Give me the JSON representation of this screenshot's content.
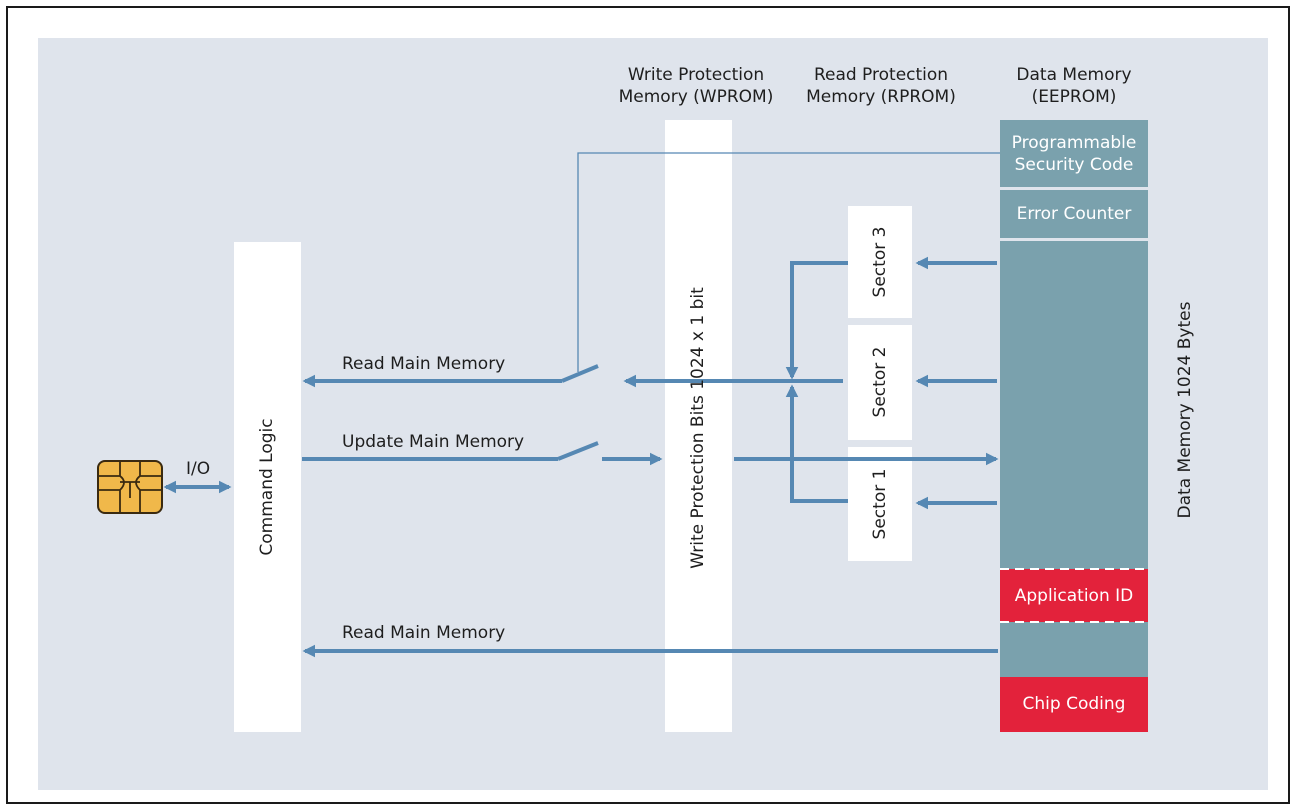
{
  "headers": {
    "wprom": "Write Protection\nMemory (WPROM)",
    "rprom": "Read Protection\nMemory (RPROM)",
    "eeprom": "Data Memory\n(EEPROM)"
  },
  "io_label": "I/O",
  "command_logic": "Command Logic",
  "wprom_bits": "Write Protection Bits 1024 x 1 bit",
  "data_memory_size": "Data Memory 1024 Bytes",
  "signals": {
    "read_main_memory_top": "Read Main Memory",
    "update_main_memory": "Update Main Memory",
    "read_main_memory_bottom": "Read Main Memory"
  },
  "sectors": [
    "Sector 3",
    "Sector 2",
    "Sector 1"
  ],
  "eeprom_blocks": {
    "security_code": "Programmable\nSecurity Code",
    "error_counter": "Error Counter",
    "application_id": "Application ID",
    "chip_coding": "Chip Coding"
  },
  "colors": {
    "background": "#dfe4ec",
    "memory": "#7aa1ad",
    "accent_red": "#e3223b",
    "arrow": "#5688b3",
    "chip_gold": "#f0b84a"
  }
}
